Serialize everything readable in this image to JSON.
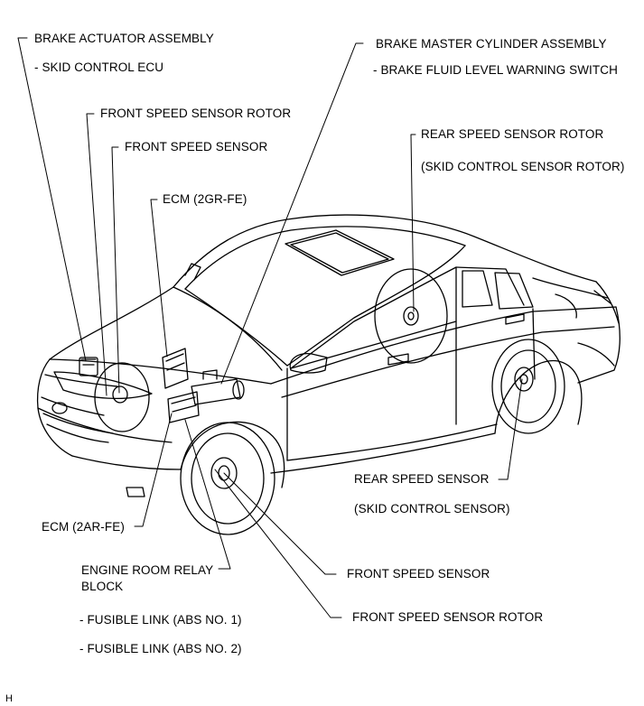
{
  "labels": {
    "brake_actuator": "BRAKE ACTUATOR ASSEMBLY",
    "skid_control_ecu": "- SKID CONTROL ECU",
    "front_speed_sensor_rotor_top": "FRONT SPEED SENSOR ROTOR",
    "front_speed_sensor_top": "FRONT SPEED SENSOR",
    "ecm_2gr": "ECM (2GR-FE)",
    "master_cylinder": "BRAKE MASTER CYLINDER ASSEMBLY",
    "fluid_level_switch": "- BRAKE FLUID LEVEL WARNING SWITCH",
    "rear_speed_sensor_rotor": "REAR SPEED SENSOR ROTOR",
    "skid_control_sensor_rotor": "(SKID CONTROL SENSOR ROTOR)",
    "rear_speed_sensor": "REAR SPEED SENSOR",
    "skid_control_sensor": "(SKID CONTROL SENSOR)",
    "ecm_2ar": "ECM (2AR-FE)",
    "engine_room_relay": "ENGINE ROOM RELAY",
    "block": "BLOCK",
    "fusible_link_1": "- FUSIBLE LINK (ABS NO. 1)",
    "fusible_link_2": "- FUSIBLE LINK (ABS NO. 2)",
    "front_speed_sensor_bottom": "FRONT SPEED SENSOR",
    "front_speed_sensor_rotor_bottom": "FRONT SPEED SENSOR ROTOR",
    "corner_mark": "H"
  }
}
